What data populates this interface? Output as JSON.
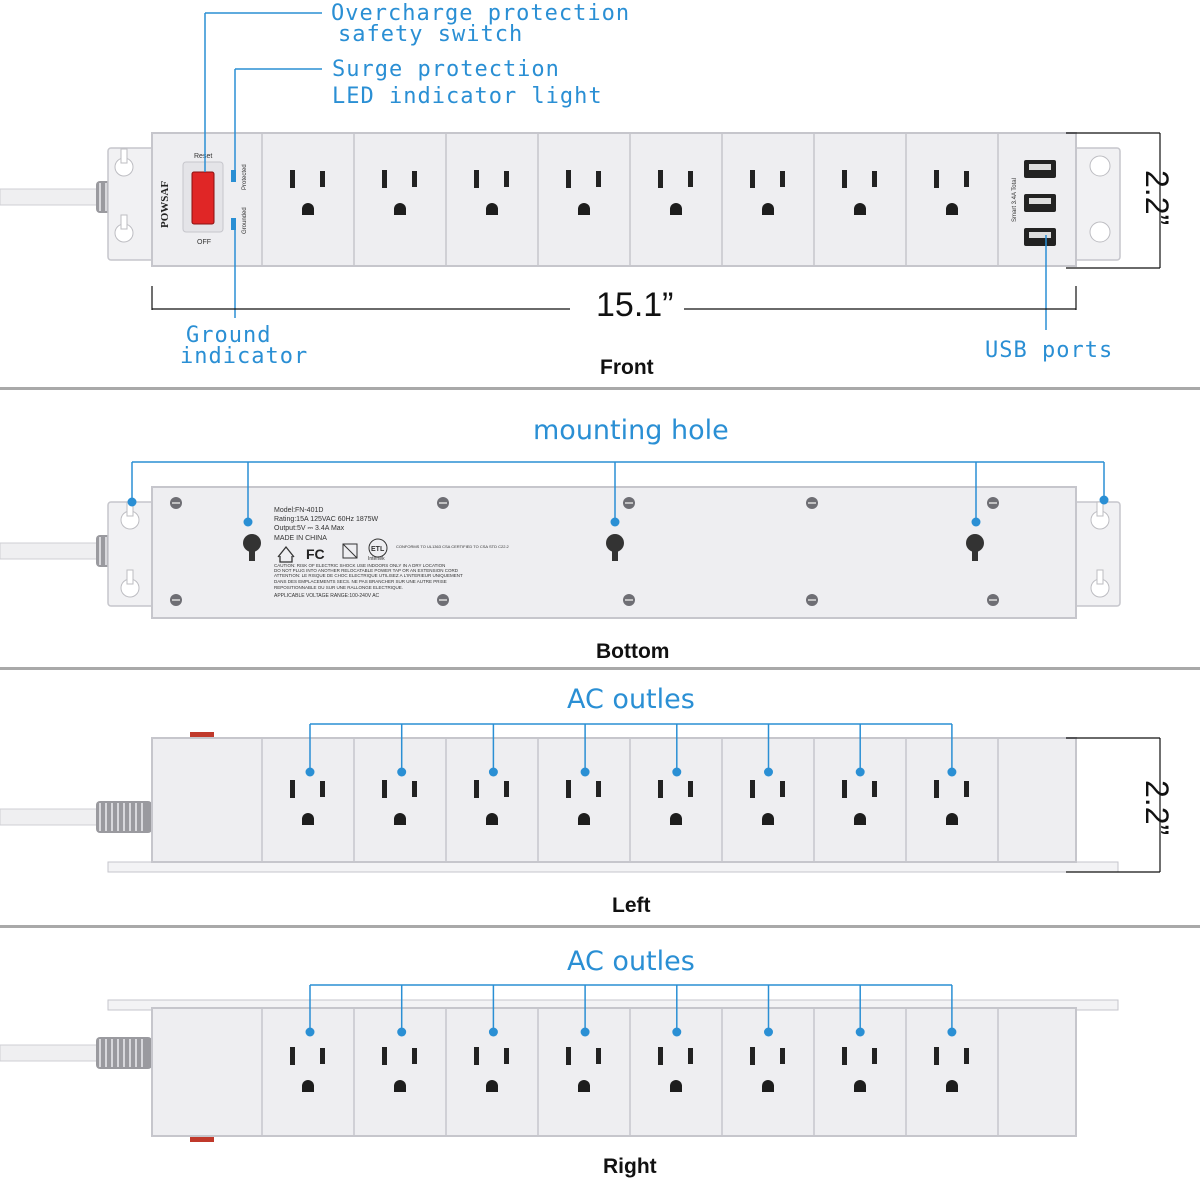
{
  "colors": {
    "callout": "#2a8fd4",
    "strip": "#eeeef1",
    "strip_edge": "#c6c6cc",
    "switch": "#e02626",
    "divider": "#a9a9a9"
  },
  "front": {
    "title": "Front",
    "callouts": {
      "overcharge_line1": "Overcharge protection",
      "overcharge_line2": "safety switch",
      "surge_line1": "Surge protection",
      "surge_line2": "LED indicator light",
      "ground_line1": "Ground",
      "ground_line2": "indicator",
      "usb": "USB ports"
    },
    "width_dim": "15.1”",
    "height_dim": "2.2”",
    "brand": "POWSAF",
    "switch_top_label": "Reset",
    "switch_bottom_label": "OFF",
    "led1_label": "Protected",
    "led2_label": "Grounded",
    "usb_label": "Smart 3.4A Total",
    "outlet_count": 8,
    "usb_count": 3
  },
  "bottom": {
    "title": "Bottom",
    "callout": "mounting hole",
    "label_lines": [
      "Model:FN-401D",
      "Rating:15A 125VAC 60Hz 1875W",
      "Output:5V ⎓ 3.4A Max",
      "MADE IN CHINA",
      "CAUTION: RISK OF ELECTRIC SHOCK USE INDOORS ONLY IN A DRY LOCATION",
      "DO NOT PLUG INTO ANOTHER RELOCATABLE POWER TAP OR AN EXTENSION CORD",
      "ATTENTION: LE RISQUE DE CHOC ELECTRIQUE    UTILISEZ A L'INTERIEUR UNIQUEMENT",
      "DANS DES EMPLACEMENTS SECS. NE PAS BRANCHER SUR UNE AUTRE PRISE",
      "REPOSITIONNABLE OU SUR UNE RALLONGE ELECTRIQUE.",
      "APPLICABLE VOLTAGE RANGE:100-240V AC"
    ],
    "cert_text": "CONFORMS TO UL1363 CSA CERTIFIED TO CSA STD C22.2",
    "cert_brand": "Intertek",
    "cert_logo": "ETL",
    "fcc_logo": "FC"
  },
  "left": {
    "title": "Left",
    "callout": "AC outles",
    "height_dim": "2.2”",
    "outlet_count": 8
  },
  "right": {
    "title": "Right",
    "callout": "AC outles",
    "outlet_count": 8
  }
}
